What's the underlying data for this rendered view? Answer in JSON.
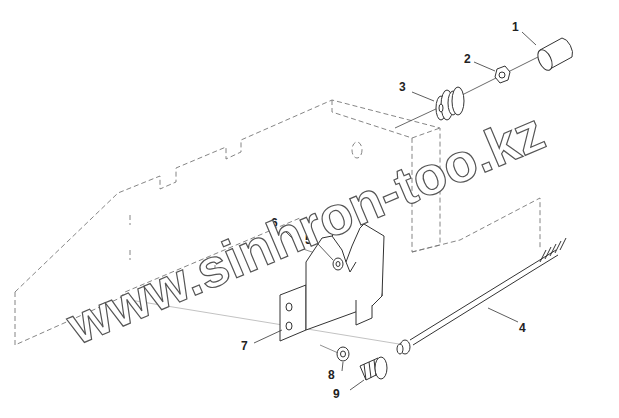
{
  "diagram": {
    "labels": [
      "1",
      "2",
      "3",
      "4",
      "5",
      "6",
      "7",
      "8",
      "9",
      "www.sinhron-too.kz"
    ]
  }
}
